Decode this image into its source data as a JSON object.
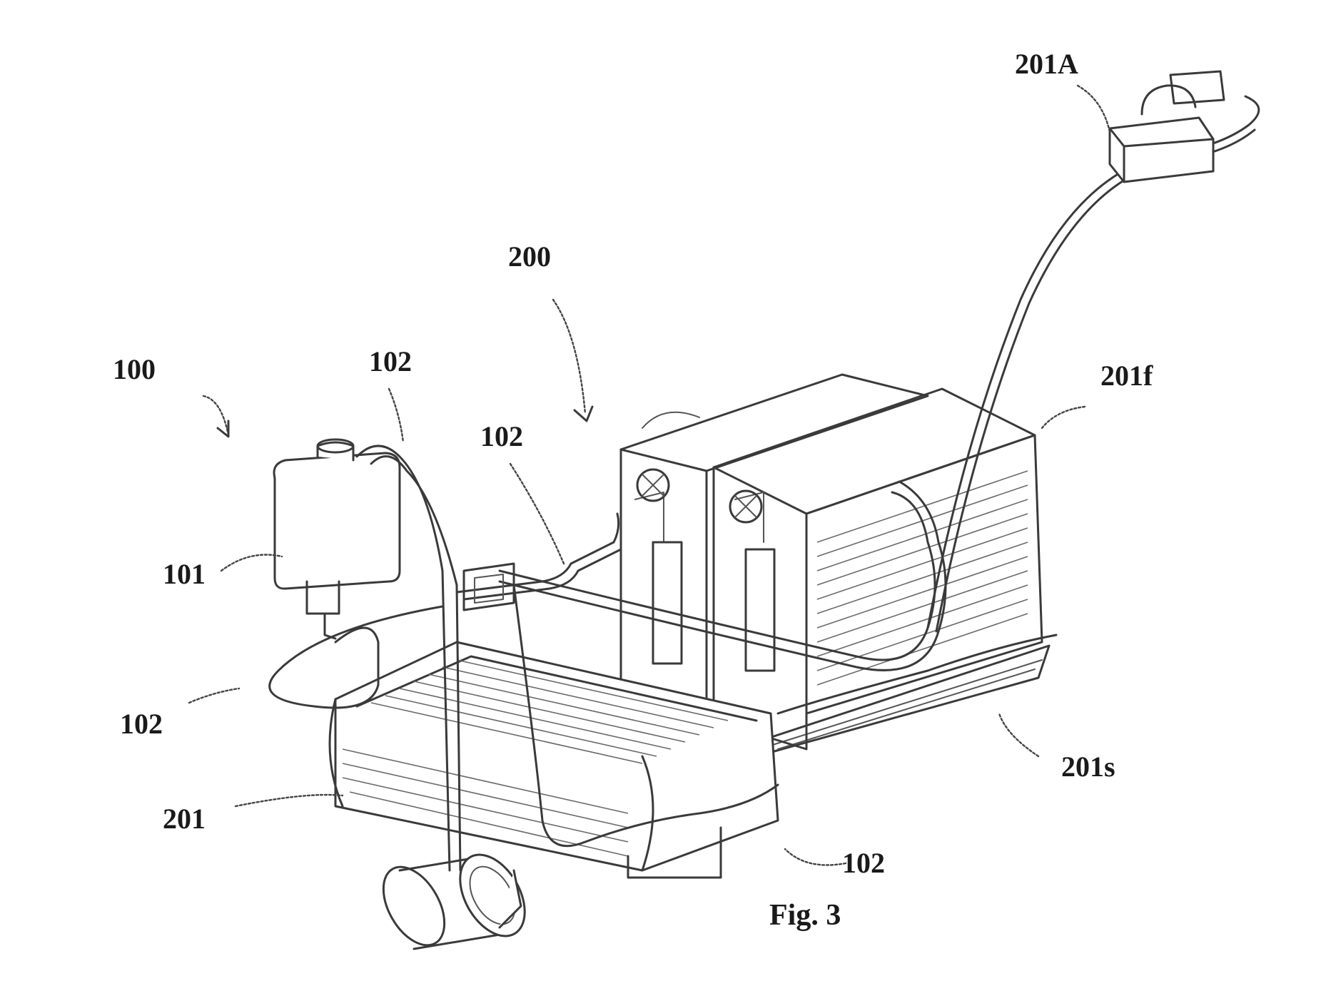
{
  "figure": {
    "caption": "Fig. 3",
    "labels": {
      "assembly_100": "100",
      "assembly_200": "200",
      "reservoir_101": "101",
      "hose_102_top": "102",
      "hose_102_mid": "102",
      "hose_102_left": "102",
      "hose_102_bottom": "102",
      "unit_201": "201",
      "remote_201A": "201A",
      "face_201f": "201f",
      "side_201s": "201s"
    }
  }
}
